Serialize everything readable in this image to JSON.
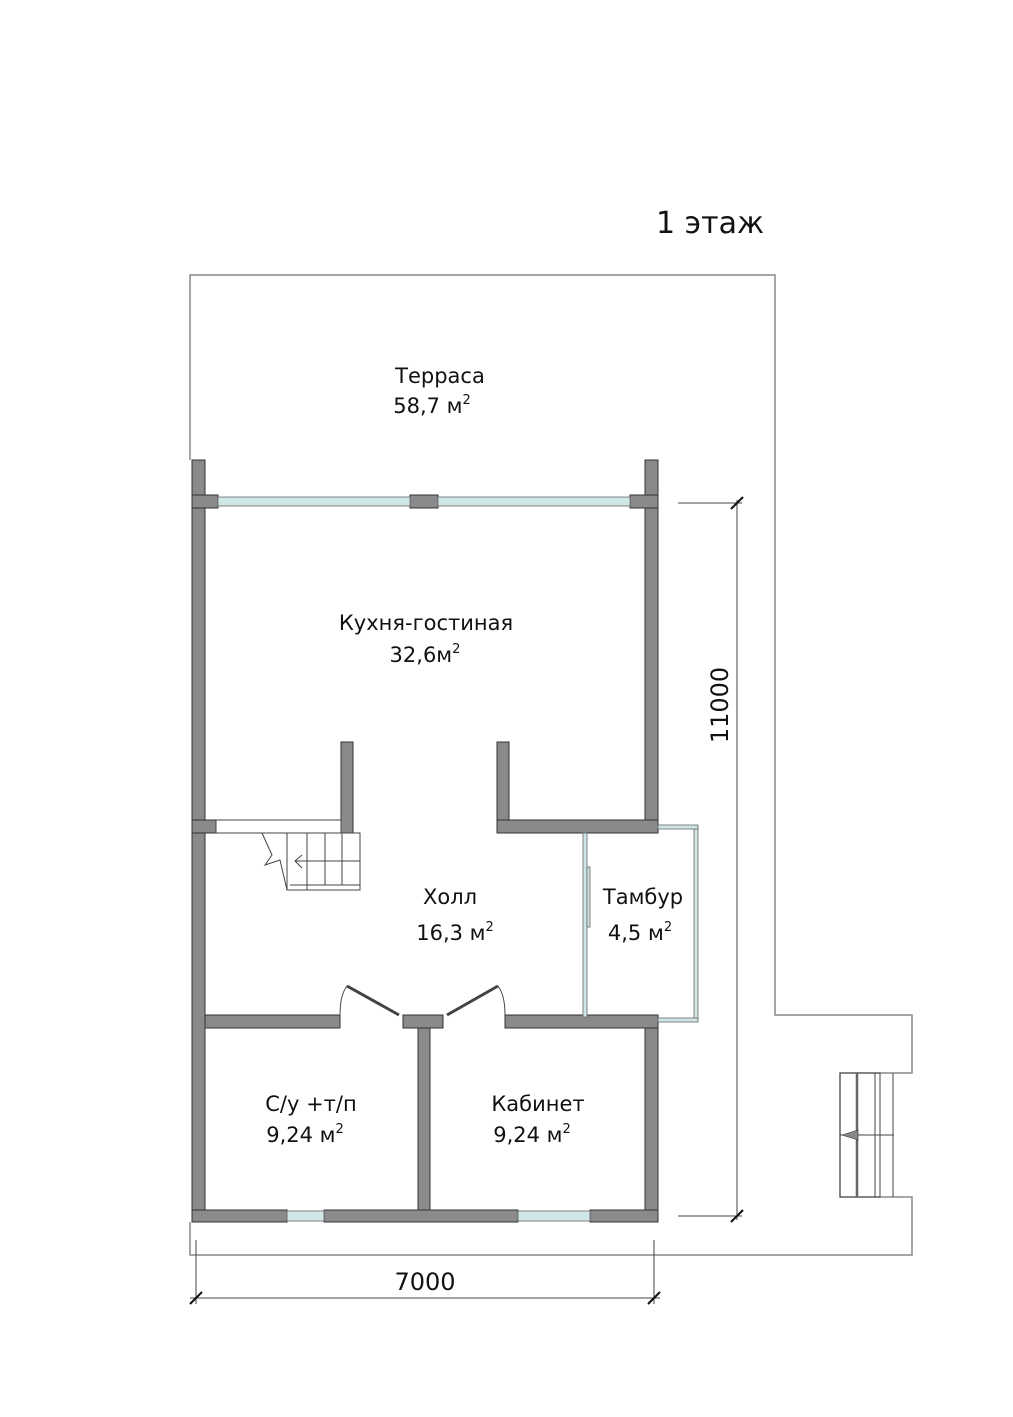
{
  "title": "1 этаж",
  "rooms": [
    {
      "name": "Терраса",
      "area": "58,7 м",
      "sup": "2"
    },
    {
      "name": "Кухня-гостиная",
      "area": "32,6м",
      "sup": "2"
    },
    {
      "name": "Холл",
      "area": "16,3 м",
      "sup": "2"
    },
    {
      "name": "Тамбур",
      "area": "4,5 м",
      "sup": "2"
    },
    {
      "name": "С/у +т/п",
      "area": "9,24 м",
      "sup": "2"
    },
    {
      "name": "Кабинет",
      "area": "9,24 м",
      "sup": "2"
    }
  ],
  "dimensions": {
    "vertical": "11000",
    "horizontal": "7000"
  },
  "colors": {
    "wall": "#8a8a8c",
    "glass": "#cfe6e6"
  }
}
